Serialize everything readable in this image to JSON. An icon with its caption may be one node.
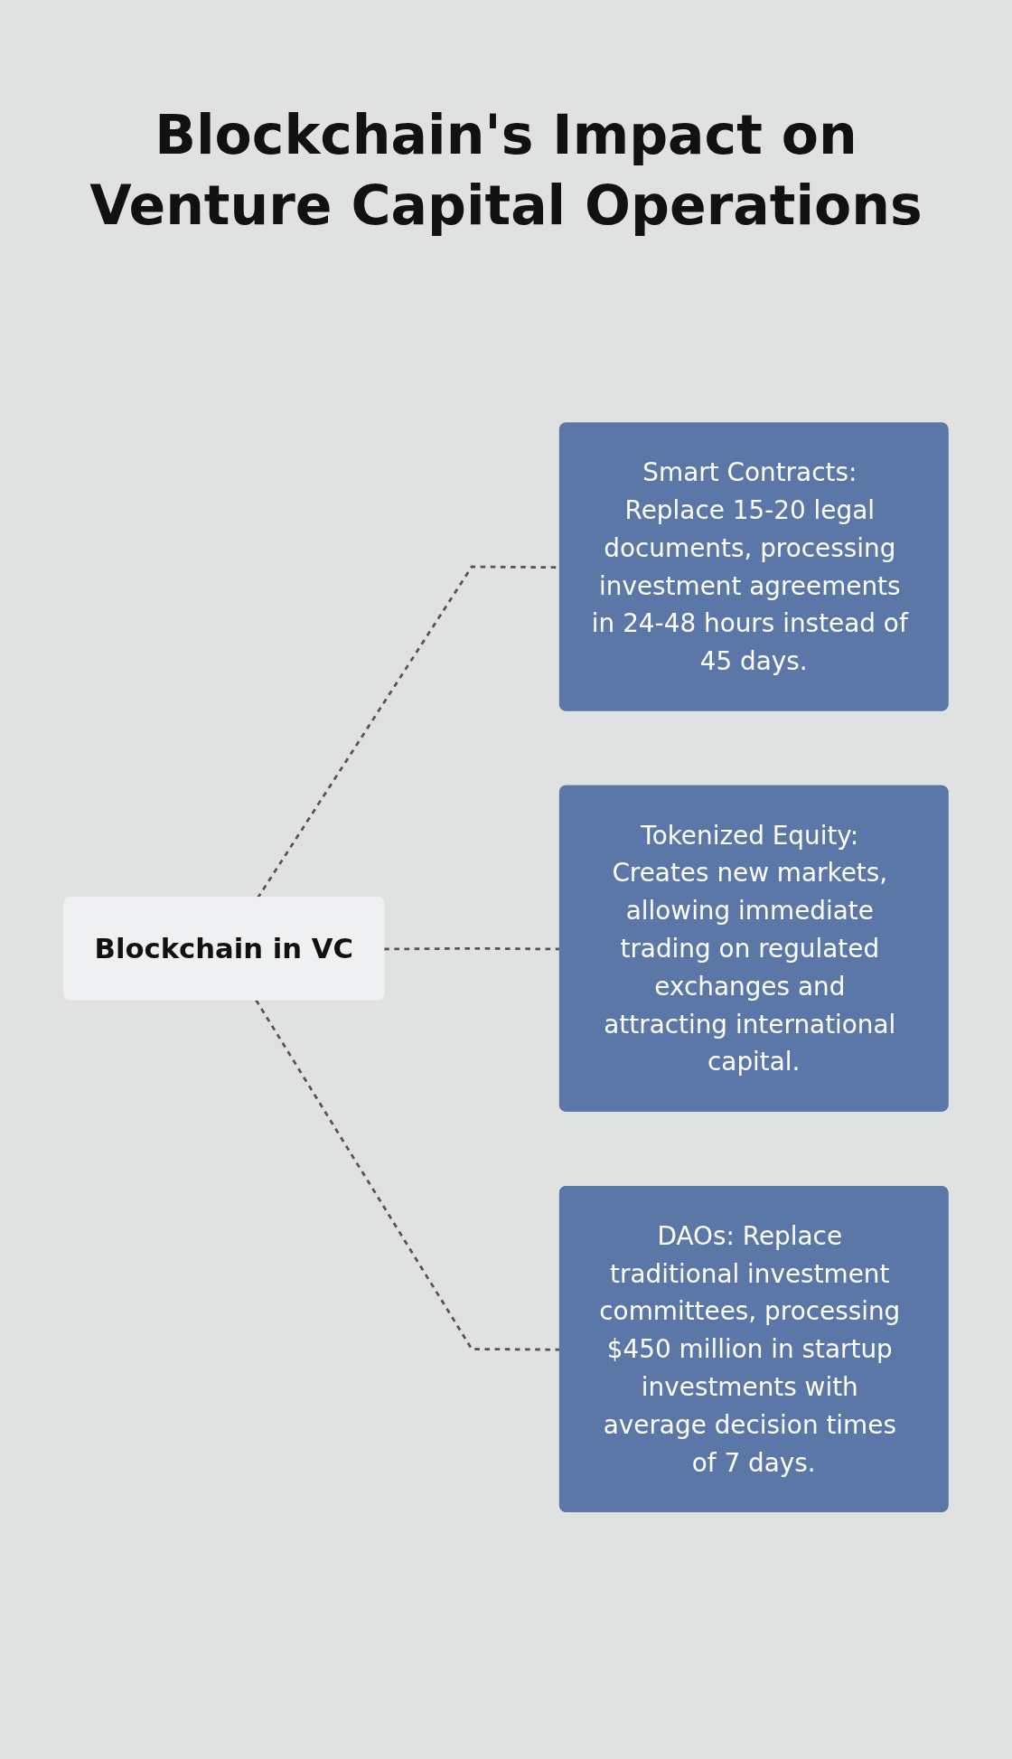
{
  "diagram": {
    "title": "Blockchain's Impact on Venture Capital Operations",
    "nodes": [
      {
        "text": [
          "Blockchain in VC"
        ]
      },
      {
        "text": [
          "Smart Contracts: Replace 15-20 legal documents, processing investment agreements in 24-48 hours instead of 45 days."
        ]
      },
      {
        "text": [
          "Tokenized Equity: Creates new markets, allowing immediate trading on regulated exchanges and attracting international capital."
        ]
      },
      {
        "text": [
          "DAOs: Replace traditional investment committees, processing $450 million in startup investments with average decision times of 7 days."
        ]
      }
    ],
    "edges": [
      {
        "from": 0,
        "to": 1,
        "arrow": "none",
        "style": "dashed"
      },
      {
        "from": 0,
        "to": 2,
        "arrow": "none",
        "style": "dashed"
      },
      {
        "from": 0,
        "to": 3,
        "arrow": "none",
        "style": "dashed"
      }
    ]
  }
}
